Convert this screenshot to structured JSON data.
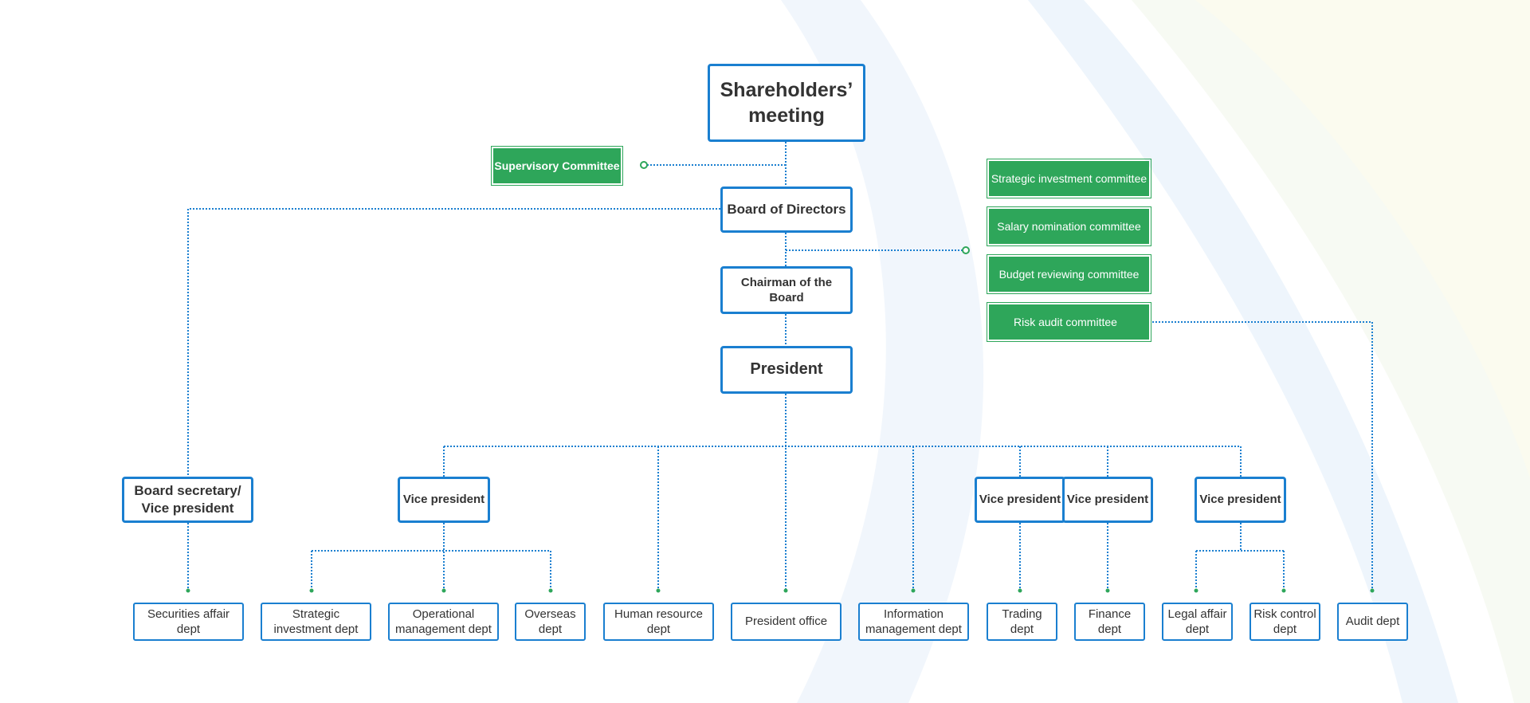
{
  "colors": {
    "line": "#1a7fd0",
    "green": "#2ea65a",
    "text": "#333333"
  },
  "top": {
    "shareholders": "Shareholders’ meeting",
    "supervisory": "Supervisory Committee",
    "board": "Board of Directors",
    "chairman": "Chairman of the Board",
    "president": "President",
    "board_secretary": "Board secretary/ Vice president"
  },
  "committees": [
    "Strategic investment committee",
    "Salary nomination committee",
    "Budget reviewing committee",
    "Risk audit committee"
  ],
  "vice_presidents": [
    "Vice president",
    "Vice president",
    "Vice president",
    "Vice president"
  ],
  "departments": [
    "Securities affair dept",
    "Strategic investment dept",
    "Operational management dept",
    "Overseas dept",
    "Human resource dept",
    "President office",
    "Information management dept",
    "Trading dept",
    "Finance dept",
    "Legal affair dept",
    "Risk control dept",
    "Audit dept"
  ]
}
